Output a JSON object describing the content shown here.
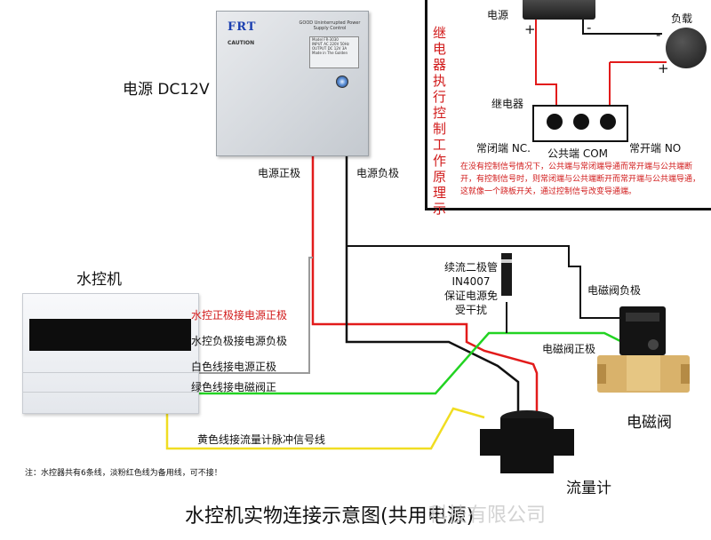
{
  "psu": {
    "label": "电源 DC12V",
    "brand": "FRT",
    "product_title": "GOOD Uninterrupted Power Supply Control",
    "caution": "CAUTION",
    "plate_lines": [
      "Model  FR-3030",
      "INPUT   AC 220V 50Hz",
      "OUTPUT  DC 12V 3A",
      "Made in The Golden"
    ],
    "positive_label": "电源正极",
    "negative_label": "电源负极"
  },
  "controller": {
    "label": "水控机",
    "wires": {
      "red": "水控正极接电源正极",
      "black": "水控负极接电源负极",
      "white": "白色线接电源正极",
      "green": "绿色线接电磁阀正",
      "yellow": "黄色线接流量计脉冲信号线"
    }
  },
  "diode": {
    "lines": [
      "续流二极管",
      "IN4007",
      "保证电源免",
      "受干扰"
    ]
  },
  "valve": {
    "negative_label": "电磁阀负极",
    "positive_label": "电磁阀正极",
    "name": "电磁阀"
  },
  "flowmeter": {
    "name": "流量计"
  },
  "relay": {
    "vertical_title": "继电器执行控制工作原理示",
    "psu_label": "电源",
    "load_label": "负载",
    "relay_label": "继电器",
    "plus": "+",
    "minus": "-",
    "nc_label": "常闭端 NC.",
    "com_label": "公共端 COM",
    "no_label": "常开端 NO",
    "description": "在没有控制信号情况下，公共端与常闭端导通而常开端与公共端断开，有控制信号时，则常闭端与公共端断开而常开端与公共端导通，这就像一个跷板开关，通过控制信号改变导通端。"
  },
  "note": "注：水控器共有6条线，淡粉红色线为备用线，可不接！",
  "title": "水控机实物连接示意图(共用电源)",
  "watermark": "科技有限公司",
  "colors": {
    "red": "#e21b1b",
    "black": "#111111",
    "green": "#22d322",
    "yellow": "#f0dd22",
    "pink": "#f4b6c2",
    "gray": "#9a9a9a"
  }
}
